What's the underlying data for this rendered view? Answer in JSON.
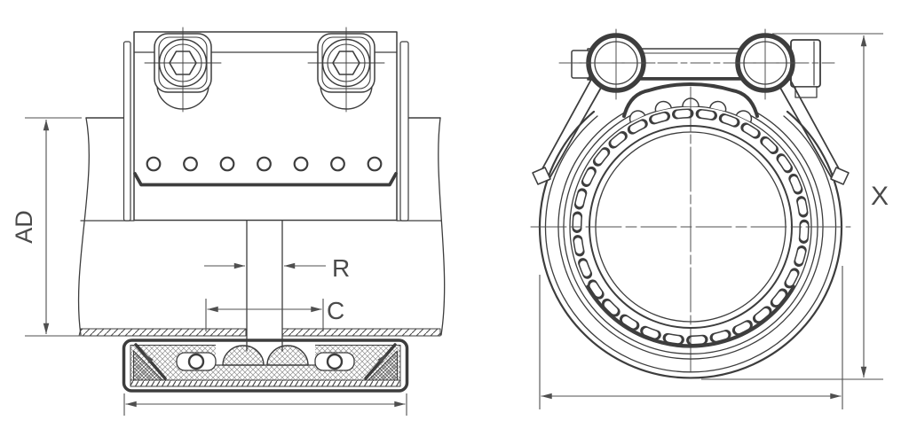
{
  "drawing": {
    "labels": {
      "ad": "AD",
      "r": "R",
      "c": "C",
      "x": "X"
    },
    "colors": {
      "background": "#ffffff",
      "line": "#3d3d3d",
      "dimension": "#4f4f4f",
      "label_text": "#4a4a4a"
    }
  }
}
